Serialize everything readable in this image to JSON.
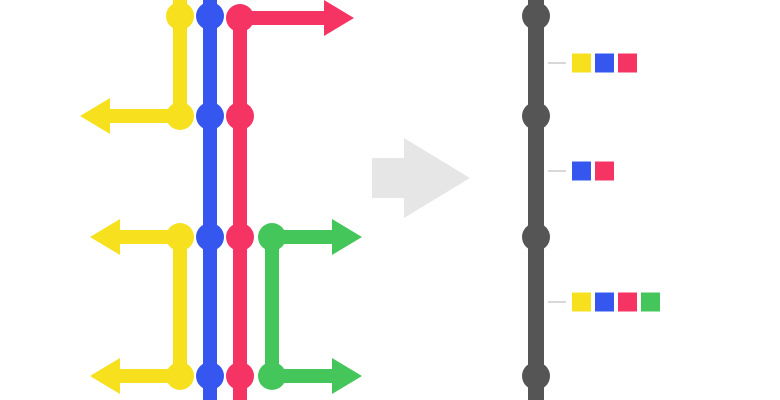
{
  "colors": {
    "yellow": "#f7e11f",
    "blue": "#3557f0",
    "red": "#f53464",
    "green": "#45c65a",
    "trunk": "#555555",
    "transform_arrow": "#e6e6e6",
    "connector": "#d8d8d8"
  },
  "left_diagram": {
    "lines": [
      "yellow",
      "blue",
      "red",
      "green"
    ]
  },
  "right_diagram": {
    "legend_groups": [
      {
        "lines": [
          "yellow",
          "blue",
          "red"
        ]
      },
      {
        "lines": [
          "blue",
          "red"
        ]
      },
      {
        "lines": [
          "yellow",
          "blue",
          "red",
          "green"
        ]
      }
    ]
  }
}
